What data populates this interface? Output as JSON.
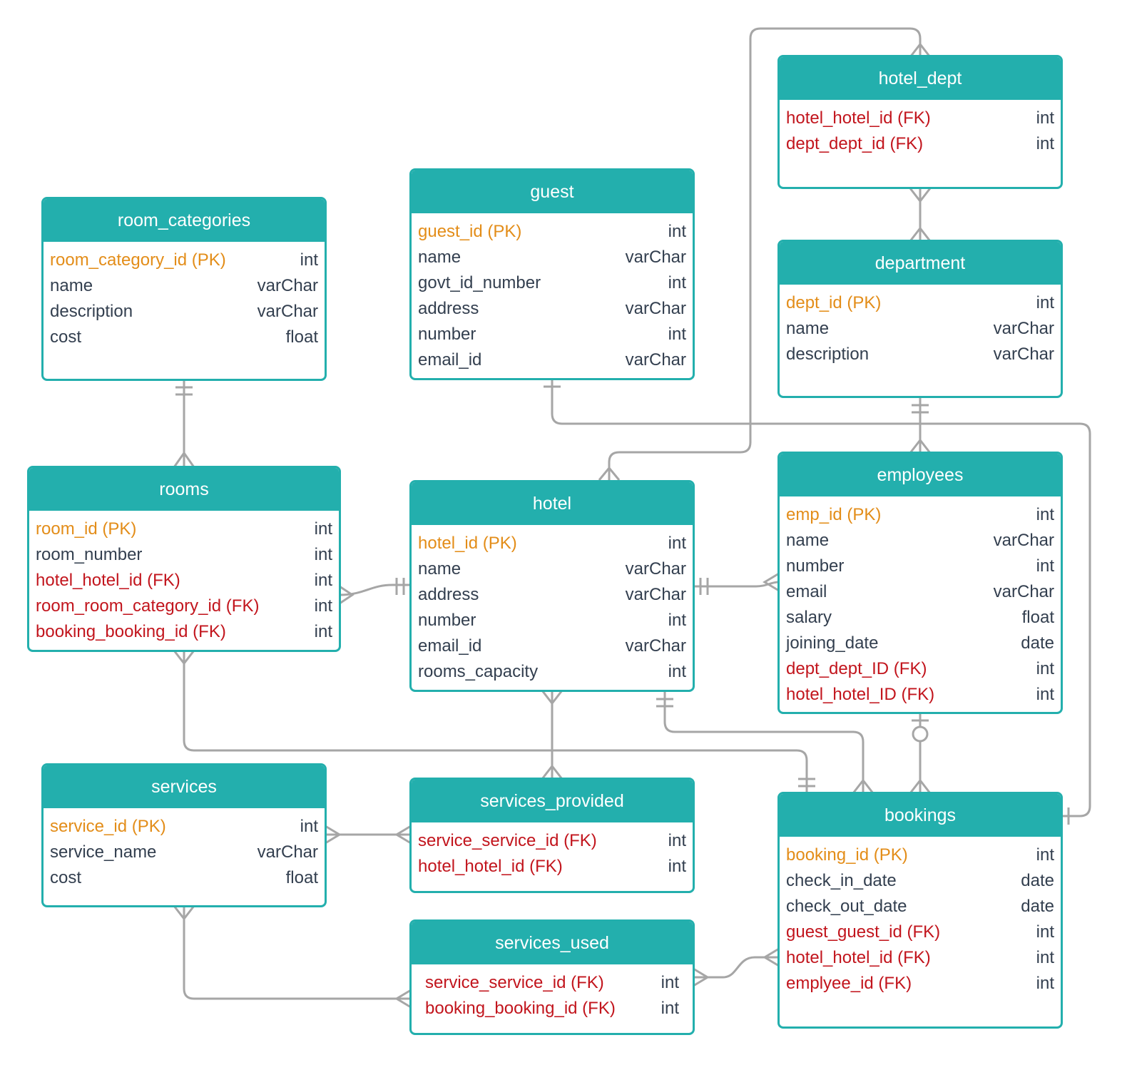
{
  "colors": {
    "header": "#23afad",
    "pk": "#e38d19",
    "fk": "#c2151d",
    "text": "#333f4f",
    "line": "#a6a6a6"
  },
  "tables": {
    "room_categories": {
      "title": "room_categories",
      "fields": [
        {
          "name": "room_category_id (PK)",
          "type": "int",
          "kind": "pk"
        },
        {
          "name": "name",
          "type": "varChar",
          "kind": "normal"
        },
        {
          "name": "description",
          "type": "varChar",
          "kind": "normal"
        },
        {
          "name": "cost",
          "type": "float",
          "kind": "normal"
        }
      ]
    },
    "guest": {
      "title": "guest",
      "fields": [
        {
          "name": "guest_id (PK)",
          "type": "int",
          "kind": "pk"
        },
        {
          "name": "name",
          "type": "varChar",
          "kind": "normal"
        },
        {
          "name": "govt_id_number",
          "type": "int",
          "kind": "normal"
        },
        {
          "name": "address",
          "type": "varChar",
          "kind": "normal"
        },
        {
          "name": "number",
          "type": "int",
          "kind": "normal"
        },
        {
          "name": "email_id",
          "type": "varChar",
          "kind": "normal"
        }
      ]
    },
    "hotel_dept": {
      "title": "hotel_dept",
      "fields": [
        {
          "name": "hotel_hotel_id (FK)",
          "type": "int",
          "kind": "fk"
        },
        {
          "name": "dept_dept_id (FK)",
          "type": "int",
          "kind": "fk"
        }
      ]
    },
    "department": {
      "title": "department",
      "fields": [
        {
          "name": "dept_id (PK)",
          "type": "int",
          "kind": "pk"
        },
        {
          "name": "name",
          "type": "varChar",
          "kind": "normal"
        },
        {
          "name": "description",
          "type": "varChar",
          "kind": "normal"
        }
      ]
    },
    "rooms": {
      "title": "rooms",
      "fields": [
        {
          "name": "room_id (PK)",
          "type": "int",
          "kind": "pk"
        },
        {
          "name": "room_number",
          "type": "int",
          "kind": "normal"
        },
        {
          "name": "hotel_hotel_id (FK)",
          "type": "int",
          "kind": "fk"
        },
        {
          "name": "room_room_category_id (FK)",
          "type": "int",
          "kind": "fk"
        },
        {
          "name": "booking_booking_id (FK)",
          "type": "int",
          "kind": "fk"
        }
      ]
    },
    "hotel": {
      "title": "hotel",
      "fields": [
        {
          "name": "hotel_id (PK)",
          "type": "int",
          "kind": "pk"
        },
        {
          "name": "name",
          "type": "varChar",
          "kind": "normal"
        },
        {
          "name": "address",
          "type": "varChar",
          "kind": "normal"
        },
        {
          "name": "number",
          "type": "int",
          "kind": "normal"
        },
        {
          "name": "email_id",
          "type": "varChar",
          "kind": "normal"
        },
        {
          "name": "rooms_capacity",
          "type": "int",
          "kind": "normal"
        }
      ]
    },
    "employees": {
      "title": "employees",
      "fields": [
        {
          "name": "emp_id (PK)",
          "type": "int",
          "kind": "pk"
        },
        {
          "name": "name",
          "type": "varChar",
          "kind": "normal"
        },
        {
          "name": "number",
          "type": "int",
          "kind": "normal"
        },
        {
          "name": "email",
          "type": "varChar",
          "kind": "normal"
        },
        {
          "name": "salary",
          "type": "float",
          "kind": "normal"
        },
        {
          "name": "joining_date",
          "type": "date",
          "kind": "normal"
        },
        {
          "name": "dept_dept_ID (FK)",
          "type": "int",
          "kind": "fk"
        },
        {
          "name": "hotel_hotel_ID (FK)",
          "type": "int",
          "kind": "fk"
        }
      ]
    },
    "services": {
      "title": "services",
      "fields": [
        {
          "name": "service_id (PK)",
          "type": "int",
          "kind": "pk"
        },
        {
          "name": "service_name",
          "type": "varChar",
          "kind": "normal"
        },
        {
          "name": "cost",
          "type": "float",
          "kind": "normal"
        }
      ]
    },
    "services_provided": {
      "title": "services_provided",
      "fields": [
        {
          "name": "service_service_id (FK)",
          "type": "int",
          "kind": "fk"
        },
        {
          "name": "hotel_hotel_id (FK)",
          "type": "int",
          "kind": "fk"
        }
      ]
    },
    "bookings": {
      "title": "bookings",
      "fields": [
        {
          "name": "booking_id (PK)",
          "type": "int",
          "kind": "pk"
        },
        {
          "name": "check_in_date",
          "type": "date",
          "kind": "normal"
        },
        {
          "name": "check_out_date",
          "type": "date",
          "kind": "normal"
        },
        {
          "name": "guest_guest_id (FK)",
          "type": "int",
          "kind": "fk"
        },
        {
          "name": "hotel_hotel_id (FK)",
          "type": "int",
          "kind": "fk"
        },
        {
          "name": "emplyee_id (FK)",
          "type": "int",
          "kind": "fk"
        }
      ]
    },
    "services_used": {
      "title": "services_used",
      "fields": [
        {
          "name": "service_service_id (FK)",
          "type": "int",
          "kind": "fk"
        },
        {
          "name": "booking_booking_id (FK)",
          "type": "int",
          "kind": "fk"
        }
      ]
    }
  }
}
